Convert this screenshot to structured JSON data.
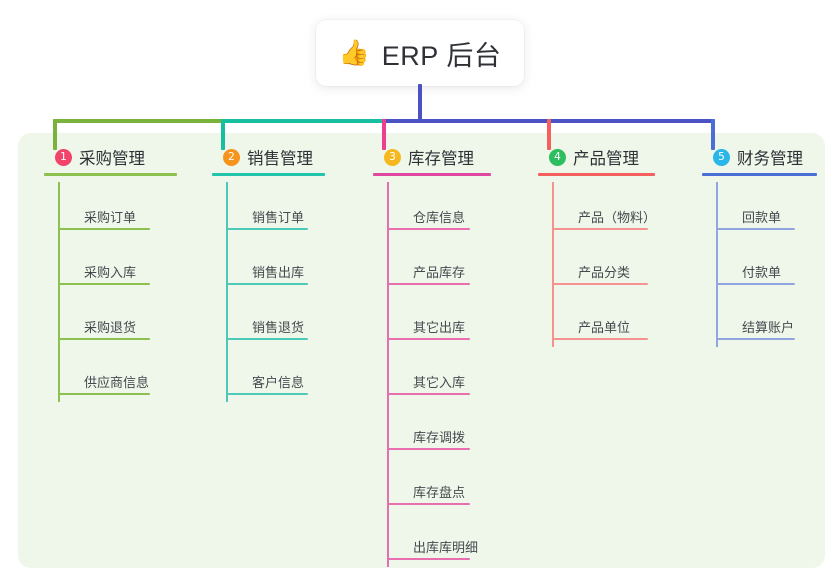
{
  "root": {
    "icon": "thumbs-up-icon",
    "emoji": "👍",
    "title": "ERP 后台"
  },
  "colors": {
    "panel_bg": "#eef7e9",
    "root_text": "#2f3136",
    "leaf_text": "#444a50",
    "bus_green": "#79b23c",
    "bus_teal": "#17bfa0",
    "bus_blue": "#4b52c4",
    "drop_green": "#79b23c",
    "drop_teal": "#17bfa0",
    "drop_pink": "#ee3f8e",
    "drop_red": "#f4605e",
    "drop_blue": "#4b6fd6"
  },
  "columns": [
    {
      "index": "1",
      "title": "采购管理",
      "badge_color": "#f2436a",
      "rule_color": "#8cc152",
      "line_color": "#8cc152",
      "items": [
        "采购订单",
        "采购入库",
        "采购退货",
        "供应商信息"
      ]
    },
    {
      "index": "2",
      "title": "销售管理",
      "badge_color": "#f7941e",
      "rule_color": "#23c4ac",
      "line_color": "#4cc9b8",
      "items": [
        "销售订单",
        "销售出库",
        "销售退货",
        "客户信息"
      ]
    },
    {
      "index": "3",
      "title": "库存管理",
      "badge_color": "#f6b81f",
      "rule_color": "#e0479e",
      "line_color": "#e86fae",
      "items": [
        "仓库信息",
        "产品库存",
        "其它出库",
        "其它入库",
        "库存调拨",
        "库存盘点",
        "出库库明细"
      ]
    },
    {
      "index": "4",
      "title": "产品管理",
      "badge_color": "#2dbe60",
      "rule_color": "#f4605e",
      "line_color": "#f69290",
      "items": [
        "产品（物料）",
        "产品分类",
        "产品单位"
      ]
    },
    {
      "index": "5",
      "title": "财务管理",
      "badge_color": "#29b6e8",
      "rule_color": "#4b6fd6",
      "line_color": "#8fa6e0",
      "items": [
        "回款单",
        "付款单",
        "结算账户"
      ]
    }
  ]
}
